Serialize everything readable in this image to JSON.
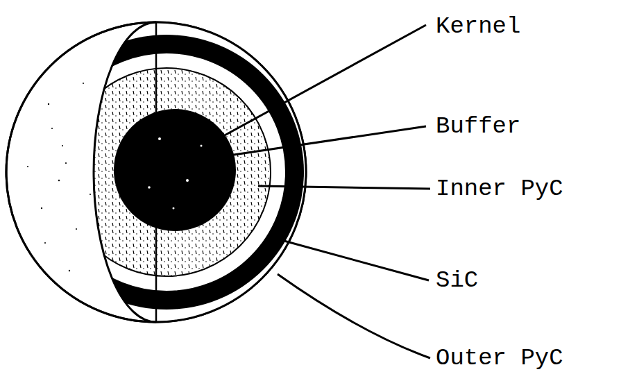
{
  "diagram": {
    "labels": [
      "Kernel",
      "Buffer",
      "Inner PyC",
      "SiC",
      "Outer PyC"
    ]
  }
}
